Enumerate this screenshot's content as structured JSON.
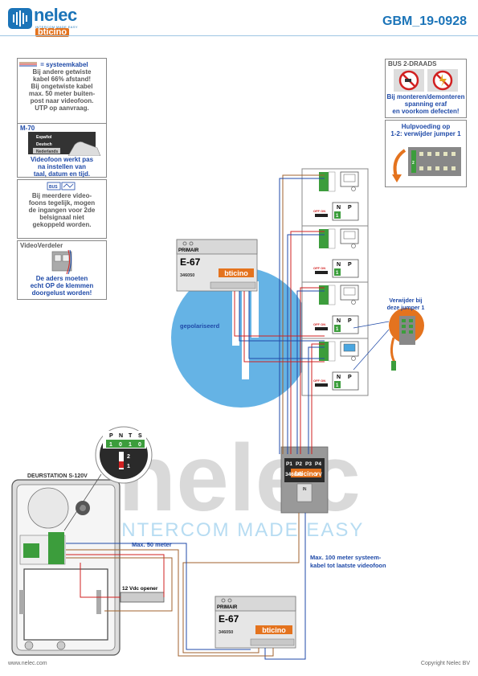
{
  "header": {
    "brand": "nelec",
    "brand_sub": "INTERCOM MADE EASY",
    "partner": "bticino",
    "code": "GBM_19-0928"
  },
  "notes": {
    "systeemkabel": {
      "title": "= systeemkabel",
      "lines": [
        "Bij andere getwiste",
        "kabel 66% afstand!",
        "Bij ongetwiste kabel",
        "max. 50 meter buiten-",
        "post naar videofoon.",
        "UTP op aanvraag."
      ]
    },
    "m70": {
      "title": "M-70",
      "menu": [
        "Español",
        "Deutsch",
        "Nederlands"
      ],
      "lines": [
        "Videofoon werkt pas",
        "na instellen van",
        "taal, datum en tijd."
      ]
    },
    "bus": {
      "badge": "BUS",
      "lines": [
        "Bij meerdere video-",
        "foons tegelijk, mogen",
        "de ingangen voor 2de",
        "belsignaal niet",
        "gekoppeld worden."
      ]
    },
    "videoverdeler": {
      "title": "VideoVerdeler",
      "lines": [
        "De aders moeten",
        "echt OP de klemmen",
        "doorgelust worden!"
      ]
    },
    "bus2": {
      "title": "BUS 2-DRAADS",
      "lines": [
        "Bij monteren/demonteren",
        "spanning eraf",
        "en voorkom defecten!"
      ]
    },
    "hulpvoeding": {
      "lines": [
        "Hulpvoeding op",
        "1-2: verwijder jumper 1"
      ]
    },
    "verwijder": {
      "lines": [
        "Verwijder bij",
        "deze jumper 1"
      ]
    }
  },
  "labels": {
    "gepolariseerd": "gepolariseerd",
    "deurstation": "DEURSTATION S-120V",
    "max50": "Max. 50 meter",
    "max100_1": "Max. 100 meter systeem-",
    "max100_2": "kabel tot laatste videofoon",
    "opener": "12 Vdc opener",
    "watermark_big": "nelec",
    "watermark_sub": "INTERCOM MADE EASY"
  },
  "psu_top": {
    "primair": "PRIMAIR",
    "model": "E-67",
    "code": "346050",
    "brand": "bticino"
  },
  "psu_bottom": {
    "primair": "PRIMAIR",
    "model": "E-67",
    "code": "346050",
    "brand": "bticino"
  },
  "distributor": {
    "ports": [
      "P1",
      "P2",
      "P3",
      "P4"
    ],
    "code": "346841",
    "vv": "VV",
    "brand": "bticino",
    "in": "IN"
  },
  "jumper_inset": {
    "pins": [
      "P",
      "N",
      "T",
      "S"
    ],
    "vals": [
      "1",
      "0",
      "1",
      "0"
    ],
    "n2": "2",
    "n1": "1"
  },
  "terminal": {
    "n": "N",
    "p": "P",
    "offon": "OFF ON",
    "one": "1"
  },
  "footer": {
    "web": "www.nelec.com",
    "copyright": "Copyright Nelec BV"
  },
  "colors": {
    "brand_blue": "#1b74b8",
    "accent_orange": "#e4731e",
    "wire_red": "#d12020",
    "wire_blue": "#1f4aa8",
    "wire_brown": "#a0622c",
    "watermark_blue": "#4aa6e0"
  }
}
